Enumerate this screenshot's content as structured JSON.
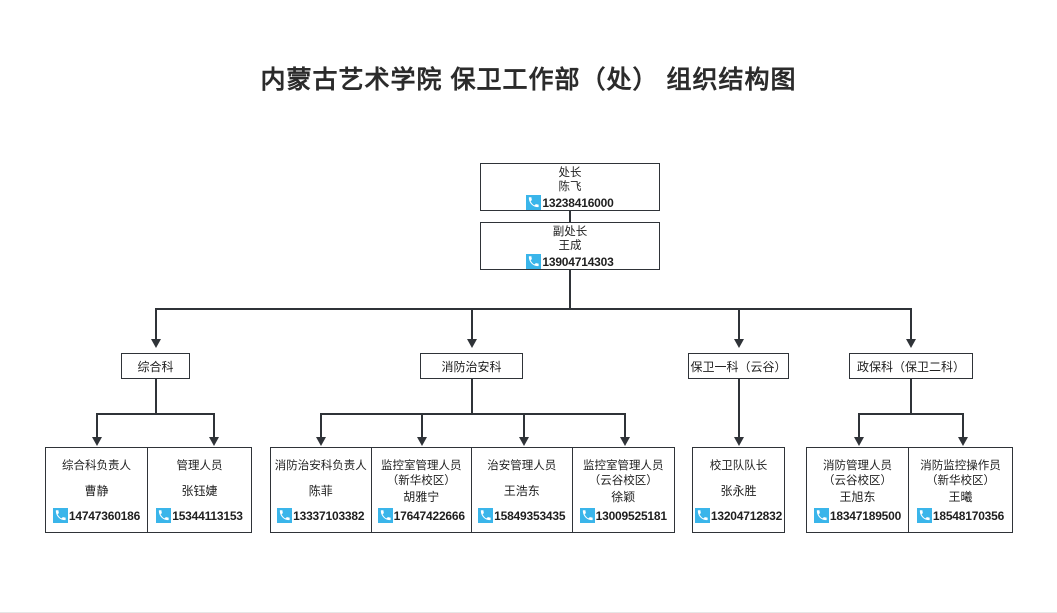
{
  "page": {
    "title": "内蒙古艺术学院  保卫工作部（处）  组织结构图",
    "background_color": "#ffffff",
    "line_color": "#2f3338",
    "phone_icon_color": "#3ab5ea",
    "phone_icon_name": "phone-icon"
  },
  "executives": [
    {
      "role": "处长",
      "name": "陈飞",
      "phone": "13238416000"
    },
    {
      "role": "副处长",
      "name": "王成",
      "phone": "13904714303"
    }
  ],
  "departments": [
    {
      "label": "综合科"
    },
    {
      "label": "消防治安科"
    },
    {
      "label": "保卫一科（云谷）"
    },
    {
      "label": "政保科（保卫二科）"
    }
  ],
  "staff_groups": [
    {
      "department": "综合科",
      "members": [
        {
          "role": "综合科负责人",
          "sub": "",
          "name": "曹静",
          "phone": "14747360186"
        },
        {
          "role": "管理人员",
          "sub": "",
          "name": "张钰婕",
          "phone": "15344113153"
        }
      ]
    },
    {
      "department": "消防治安科",
      "members": [
        {
          "role": "消防治安科负责人",
          "sub": "",
          "name": "陈菲",
          "phone": "13337103382"
        },
        {
          "role": "监控室管理人员",
          "sub": "（新华校区）",
          "name": "胡雅宁",
          "phone": "17647422666"
        },
        {
          "role": "治安管理人员",
          "sub": "",
          "name": "王浩东",
          "phone": "15849353435"
        },
        {
          "role": "监控室管理人员",
          "sub": "（云谷校区）",
          "name": "徐颖",
          "phone": "13009525181"
        }
      ]
    },
    {
      "department": "保卫一科（云谷）",
      "members": [
        {
          "role": "校卫队队长",
          "sub": "",
          "name": "张永胜",
          "phone": "13204712832"
        }
      ]
    },
    {
      "department": "政保科（保卫二科）",
      "members": [
        {
          "role": "消防管理人员",
          "sub": "（云谷校区）",
          "name": "王旭东",
          "phone": "18347189500"
        },
        {
          "role": "消防监控操作员",
          "sub": "（新华校区）",
          "name": "王曦",
          "phone": "18548170356"
        }
      ]
    }
  ]
}
